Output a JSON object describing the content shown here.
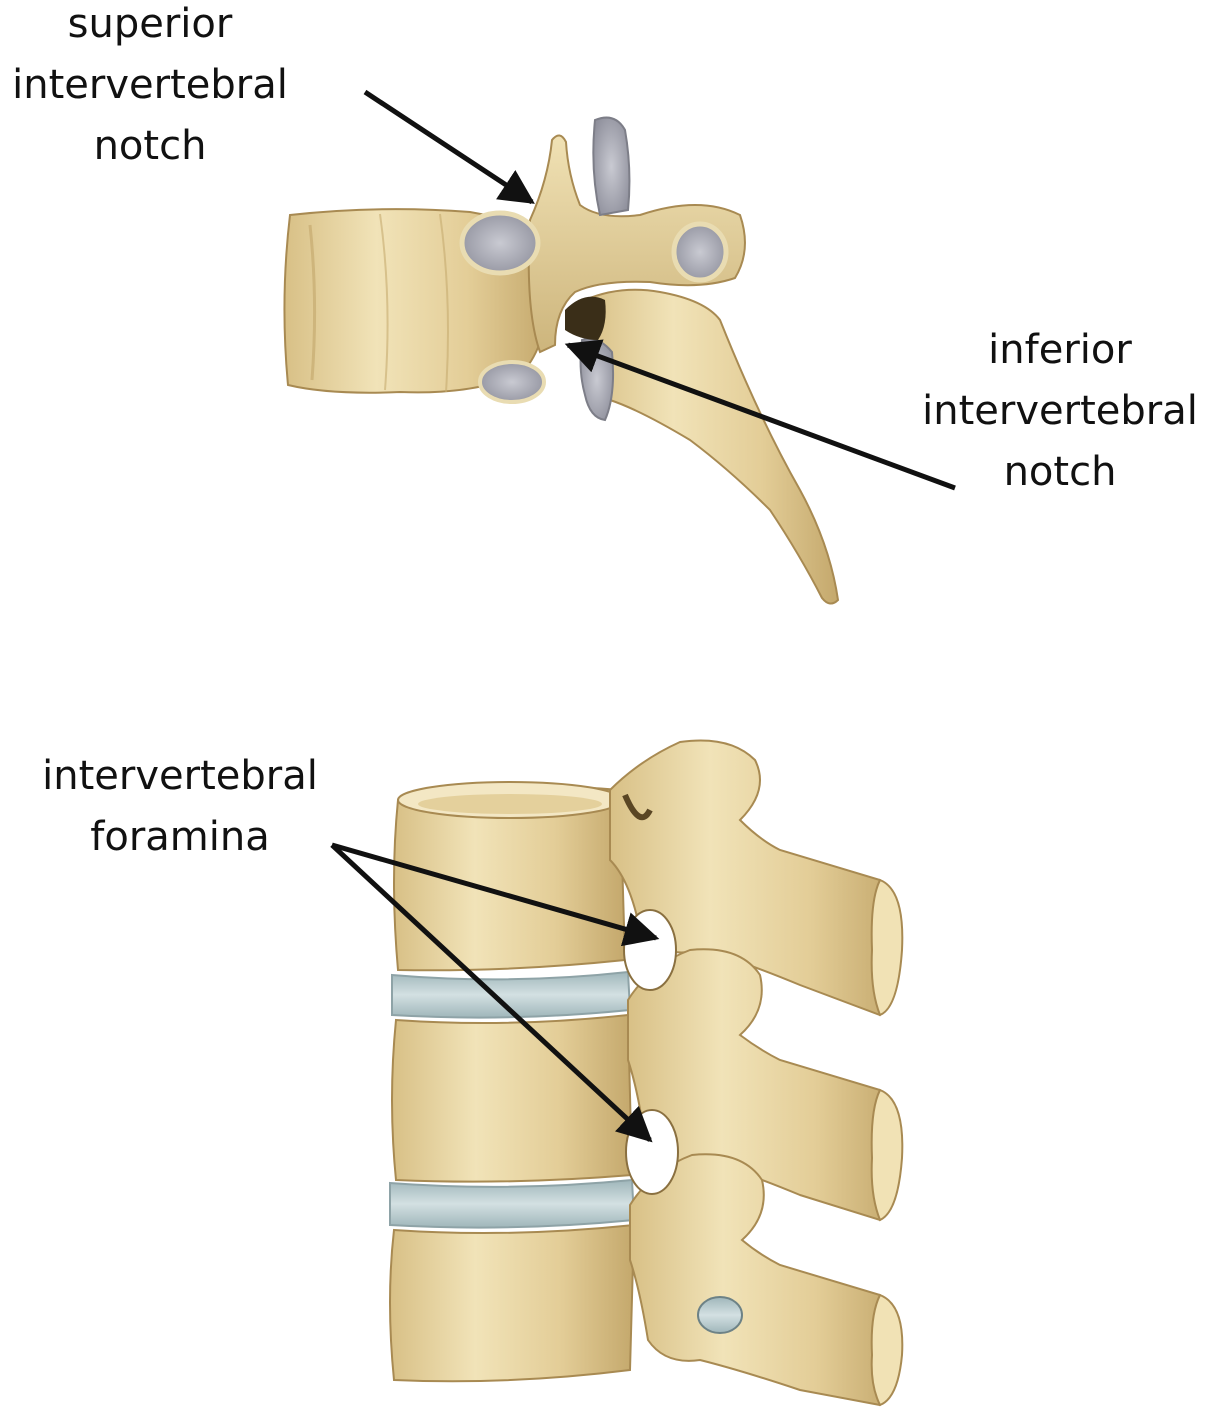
{
  "labels": {
    "superior_notch": [
      "superior",
      "intervertebral",
      "notch"
    ],
    "inferior_notch": [
      "inferior",
      "intervertebral",
      "notch"
    ],
    "foramina": [
      "intervertebral",
      "foramina"
    ]
  },
  "colors": {
    "bone_light": "#efe0b4",
    "bone_mid": "#dcc58e",
    "bone_shadow": "#b59a5c",
    "bone_outline": "#8a7040",
    "disc": "#bccfd2",
    "facet": "#a9aab4",
    "arrow": "#111111"
  }
}
